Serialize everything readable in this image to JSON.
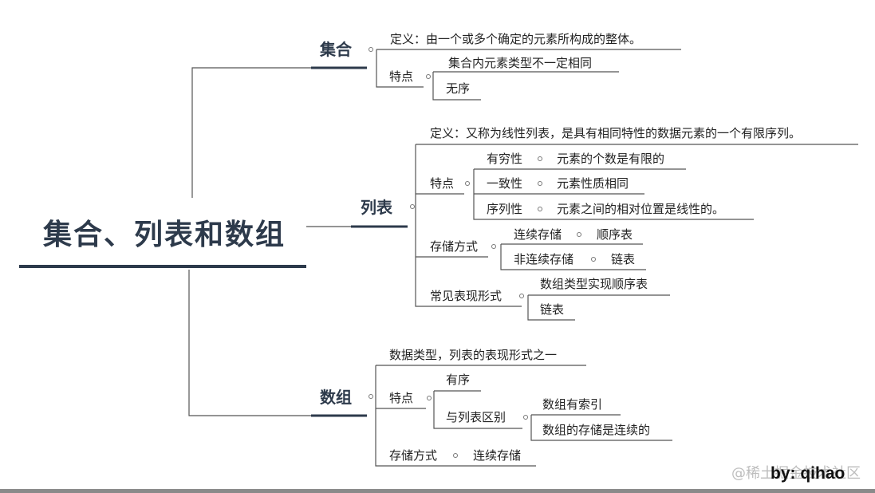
{
  "root": "集合、列表和数组",
  "set": {
    "title": "集合",
    "definition": "定义：由一个或多个确定的元素所构成的整体。",
    "features_label": "特点",
    "features": [
      "集合内元素类型不一定相同",
      "无序"
    ]
  },
  "list": {
    "title": "列表",
    "definition": "定义：又称为线性列表，是具有相同特性的数据元素的一个有限序列。",
    "features_label": "特点",
    "features": [
      {
        "name": "有穷性",
        "desc": "元素的个数是有限的"
      },
      {
        "name": "一致性",
        "desc": "元素性质相同"
      },
      {
        "name": "序列性",
        "desc": "元素之间的相对位置是线性的。"
      }
    ],
    "storage_label": "存储方式",
    "storage": [
      {
        "name": "连续存储",
        "desc": "顺序表"
      },
      {
        "name": "非连续存储",
        "desc": "链表"
      }
    ],
    "forms_label": "常见表现形式",
    "forms": [
      "数组类型实现顺序表",
      "链表"
    ]
  },
  "array": {
    "title": "数组",
    "definition": "数据类型，列表的表现形式之一",
    "features_label": "特点",
    "ordered": "有序",
    "diff_label": "与列表区别",
    "diffs": [
      "数组有索引",
      "数组的存储是连续的"
    ],
    "storage_label": "存储方式",
    "storage": "连续存储"
  },
  "watermark": "@稀土掘金技术社区",
  "author": "by: qihao",
  "colors": {
    "accent": "#2d3a4b",
    "line": "#555555"
  }
}
